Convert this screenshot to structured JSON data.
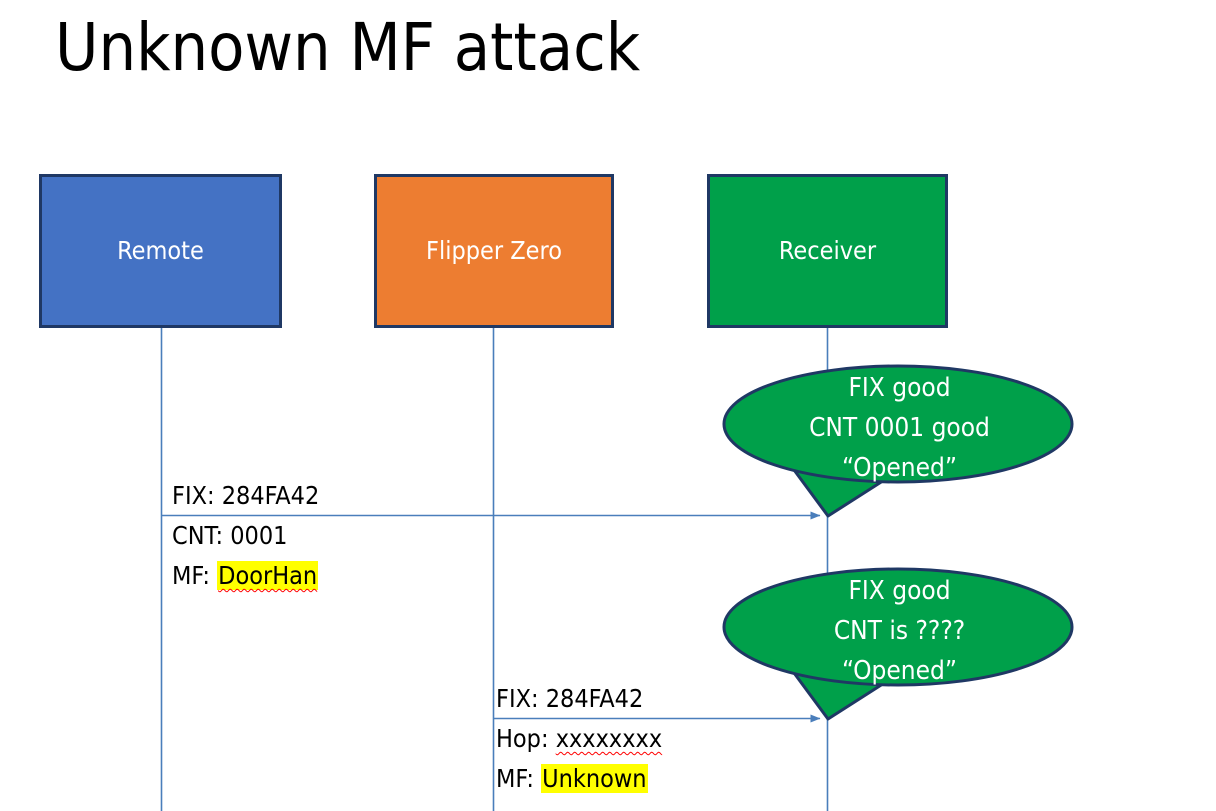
{
  "slide": {
    "title": "Unknown MF attack",
    "background": "#FFFFFF"
  },
  "colors": {
    "remote_fill": "#4472C4",
    "flipper_fill": "#ED7D31",
    "receiver_fill": "#00A04A",
    "box_border": "#1F3864",
    "lifeline": "#4A7EBB",
    "arrow": "#4A7EBB",
    "bubble_fill": "#00A04A",
    "bubble_border": "#1F3864",
    "highlight": "#FFFF00",
    "spellcheck_underline": "#FF0000",
    "text_dark": "#000000",
    "text_light": "#FFFFFF"
  },
  "actors": [
    {
      "id": "remote",
      "label": "Remote"
    },
    {
      "id": "flipper",
      "label": "Flipper Zero"
    },
    {
      "id": "receiver",
      "label": "Receiver"
    }
  ],
  "messages": [
    {
      "id": "remote-to-receiver",
      "from": "remote",
      "to": "receiver",
      "lines": [
        {
          "label": "FIX: ",
          "value": "284FA42",
          "highlight": false,
          "squiggle": false
        },
        {
          "label": "CNT: ",
          "value": "0001",
          "highlight": false,
          "squiggle": false
        },
        {
          "label": "MF: ",
          "value": "DoorHan",
          "highlight": true,
          "squiggle": true
        }
      ]
    },
    {
      "id": "flipper-to-receiver",
      "from": "flipper",
      "to": "receiver",
      "lines": [
        {
          "label": "FIX: ",
          "value": "284FA42",
          "highlight": false,
          "squiggle": false
        },
        {
          "label": "Hop: ",
          "value": "xxxxxxxx",
          "highlight": false,
          "squiggle": true
        },
        {
          "label": "MF: ",
          "value": "Unknown",
          "highlight": true,
          "squiggle": false
        }
      ]
    }
  ],
  "bubbles": [
    {
      "id": "bubble-1",
      "owner": "receiver",
      "lines": [
        "FIX good",
        "CNT 0001 good",
        "“Opened”"
      ]
    },
    {
      "id": "bubble-2",
      "owner": "receiver",
      "lines": [
        "FIX good",
        "CNT is ????",
        "“Opened”"
      ]
    }
  ]
}
